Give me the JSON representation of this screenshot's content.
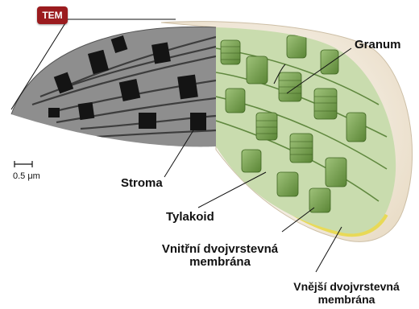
{
  "figure": {
    "badge": "TEM",
    "scale": "0.5 μm",
    "labels": {
      "granum": "Granum",
      "stroma": "Stroma",
      "thylakoid": "Tylakoid",
      "inner_membrane_line1": "Vnitřní dvojvrstevná",
      "inner_membrane_line2": "membrána",
      "outer_membrane_line1": "Vnější dvojvrstevná",
      "outer_membrane_line2": "membrána"
    },
    "colors": {
      "badge": "#9b1b1e",
      "tem_gray": "#8e8e8e",
      "thylakoid_green": "#6f9a46",
      "inner_yellow": "#e8d84a",
      "outer_envelope": "#efe6d6"
    }
  }
}
